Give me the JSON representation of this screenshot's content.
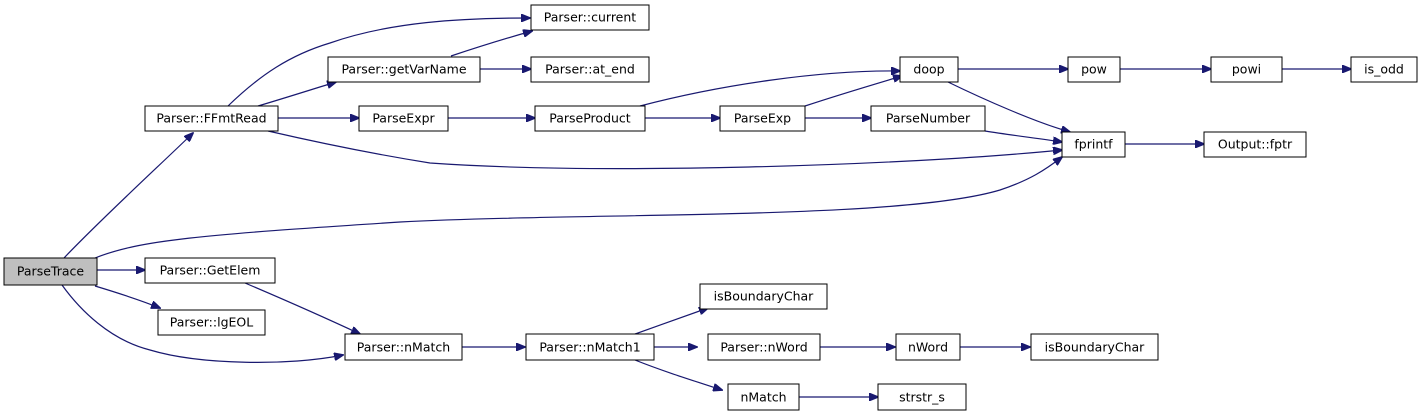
{
  "graph": {
    "nodes": {
      "parse_trace": "ParseTrace",
      "ffmt_read": "Parser::FFmtRead",
      "current": "Parser::current",
      "get_var_name": "Parser::getVarName",
      "at_end": "Parser::at_end",
      "parse_expr": "ParseExpr",
      "parse_product": "ParseProduct",
      "doop": "doop",
      "pow": "pow",
      "powi": "powi",
      "is_odd": "is_odd",
      "parse_exp": "ParseExp",
      "parse_number": "ParseNumber",
      "fprintf": "fprintf",
      "output_fptr": "Output::fptr",
      "get_elem": "Parser::GetElem",
      "lg_eol": "Parser::lgEOL",
      "n_match_parser": "Parser::nMatch",
      "n_match1": "Parser::nMatch1",
      "is_boundary_char_1": "isBoundaryChar",
      "parser_n_word": "Parser::nWord",
      "n_word": "nWord",
      "is_boundary_char_2": "isBoundaryChar",
      "n_match": "nMatch",
      "strstr_s": "strstr_s"
    },
    "colors": {
      "edge": "#191970",
      "root_fill": "#bfbfbf",
      "node_fill": "#ffffff",
      "node_border": "#000000"
    }
  }
}
